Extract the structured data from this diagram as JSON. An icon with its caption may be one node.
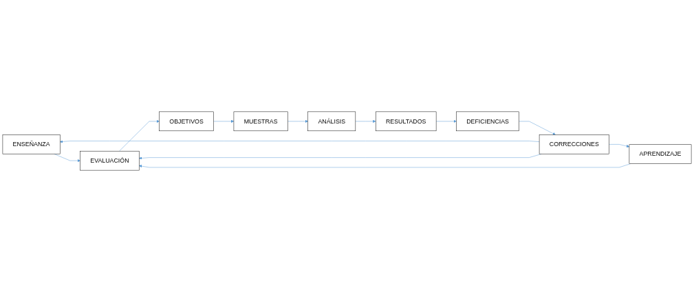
{
  "diagram": {
    "nodes": [
      {
        "text": [
          "ENSEÑANZA"
        ]
      },
      {
        "text": [
          "OBJETIVOS"
        ]
      },
      {
        "text": [
          "CORRECCIONES"
        ]
      },
      {
        "text": [
          "EVALUACIÓN"
        ]
      },
      {
        "text": [
          "MUESTRAS"
        ]
      },
      {
        "text": [
          "APRENDIZAJE"
        ]
      },
      {
        "text": [
          "DEFICIENCIAS"
        ]
      },
      {
        "text": [
          "RESULTADOS"
        ]
      },
      {
        "text": [
          "ANÁLISIS"
        ]
      }
    ],
    "edges": [
      {
        "from": 2,
        "to": 0,
        "arrow": "to"
      },
      {
        "from": 2,
        "to": 3,
        "arrow": "to"
      },
      {
        "from": 2,
        "to": 5,
        "arrow": "to"
      },
      {
        "from": 0,
        "to": 3,
        "arrow": "to"
      },
      {
        "from": 5,
        "to": 3,
        "arrow": "to"
      },
      {
        "from": 3,
        "to": 1,
        "arrow": "to"
      },
      {
        "from": 1,
        "to": 4,
        "arrow": "to"
      },
      {
        "from": 4,
        "to": 8,
        "arrow": "to"
      },
      {
        "from": 8,
        "to": 7,
        "arrow": "to"
      },
      {
        "from": 7,
        "to": 6,
        "arrow": "to"
      },
      {
        "from": 6,
        "to": 2,
        "arrow": "to"
      }
    ]
  }
}
